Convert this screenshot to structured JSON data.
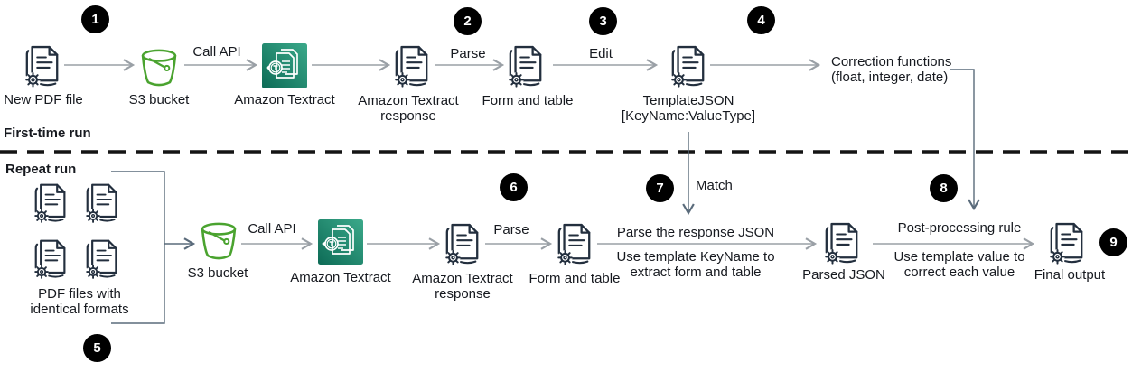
{
  "sections": {
    "first_time_label": "First-time run",
    "repeat_label": "Repeat run"
  },
  "badges": [
    "1",
    "2",
    "3",
    "4",
    "5",
    "6",
    "7",
    "8",
    "9"
  ],
  "first_run": {
    "new_pdf_label": "New PDF file",
    "s3_label": "S3 bucket",
    "call_api_label": "Call API",
    "textract_label": "Amazon Textract",
    "response_label_line1": "Amazon Textract",
    "response_label_line2": "response",
    "parse_label": "Parse",
    "form_table_label": "Form and table",
    "edit_label": "Edit",
    "template_label_line1": "TemplateJSON",
    "template_label_line2": "[KeyName:ValueType]",
    "correction_label_line1": "Correction functions",
    "correction_label_line2": "(float, integer, date)"
  },
  "repeat_run": {
    "pdf_files_label_line1": "PDF files with",
    "pdf_files_label_line2": "identical formats",
    "s3_label": "S3 bucket",
    "call_api_label": "Call API",
    "textract_label": "Amazon Textract",
    "response_label_line1": "Amazon Textract",
    "response_label_line2": "response",
    "parse_label": "Parse",
    "form_table_label": "Form and table",
    "match_label": "Match",
    "parse_json_title": "Parse the response JSON",
    "parse_json_sub_line1": "Use template KeyName to",
    "parse_json_sub_line2": "extract form and table",
    "parsed_json_label": "Parsed JSON",
    "postprocessing_title": "Post-processing rule",
    "postprocessing_sub_line1": "Use template value to",
    "postprocessing_sub_line2": "correct each value",
    "final_output_label": "Final output"
  },
  "colors": {
    "document_icon": "#232f3e",
    "s3_bucket_green": "#4aa32f",
    "textract_teal_dark": "#0d6b56",
    "textract_teal_light": "#3ba98a",
    "badge_background": "#000000",
    "badge_text": "#ffffff",
    "flow_arrow_gray": "#9aa0a6",
    "connector_slate": "#5a6b7b",
    "divider_black": "#141414"
  }
}
